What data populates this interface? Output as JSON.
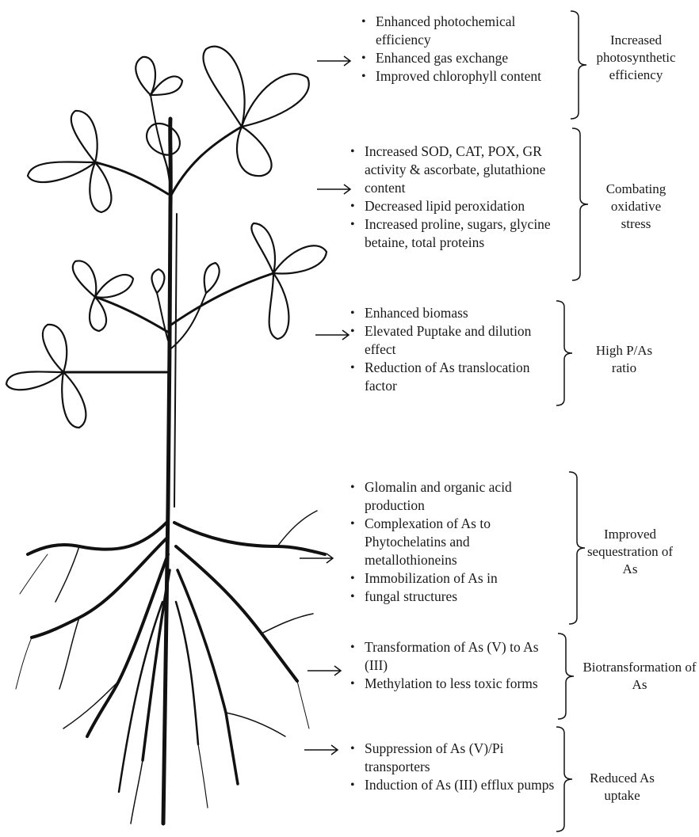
{
  "sections": [
    {
      "items": [
        "Enhanced photochemical efficiency",
        "Enhanced gas exchange",
        "Improved chlorophyll content"
      ],
      "outcome": "Increased photosynthetic efficiency"
    },
    {
      "items": [
        "Increased SOD, CAT, POX, GR activity & ascorbate, glutathione content",
        "Decreased lipid peroxidation",
        "Increased proline, sugars, glycine betaine, total proteins"
      ],
      "outcome": "Combating oxidative stress"
    },
    {
      "items": [
        "Enhanced biomass",
        "Elevated Puptake and dilution effect",
        "Reduction of As translocation factor"
      ],
      "outcome": "High P/As ratio"
    },
    {
      "items": [
        "Glomalin and organic acid production",
        "Complexation of As to Phytochelatins and metallothioneins",
        "Immobilization of As in",
        "fungal structures"
      ],
      "outcome": "Improved sequestration of As"
    },
    {
      "items": [
        "Transformation of As (V) to As (III)",
        "Methylation to less toxic forms"
      ],
      "outcome": "Biotransformation of As"
    },
    {
      "items": [
        "Suppression of As (V)/Pi transporters",
        "Induction of As (III) efflux pumps"
      ],
      "outcome": "Reduced As uptake"
    }
  ]
}
